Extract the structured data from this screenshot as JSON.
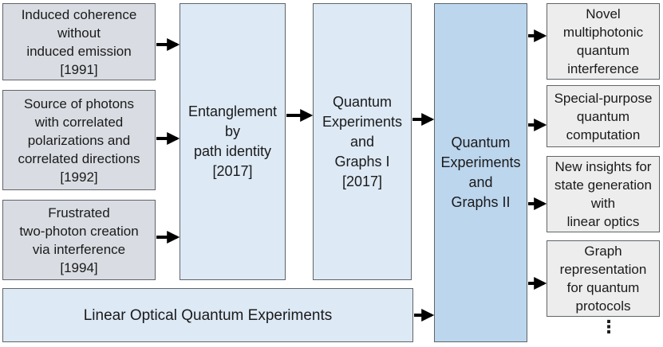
{
  "sources": [
    {
      "text": "Induced coherence\nwithout\ninduced emission\n[1991]"
    },
    {
      "text": "Source of photons\nwith correlated\npolarizations and\ncorrelated directions\n[1992]"
    },
    {
      "text": "Frustrated\ntwo-photon creation\nvia interference\n[1994]"
    }
  ],
  "entanglement": {
    "text": "Entanglement\nby\npath identity\n[2017]"
  },
  "graphs1": {
    "text": "Quantum\nExperiments\nand\nGraphs I\n[2017]"
  },
  "graphs2": {
    "text": "Quantum\nExperiments\nand\nGraphs II"
  },
  "linear": {
    "text": "Linear Optical Quantum Experiments"
  },
  "outputs": [
    {
      "text": "Novel\nmultiphotonic\nquantum\ninterference"
    },
    {
      "text": "Special-purpose\nquantum\ncomputation"
    },
    {
      "text": "New insights for\nstate generation\nwith\nlinear optics"
    },
    {
      "text": "Graph\nrepresentation\nfor quantum\nprotocols"
    }
  ],
  "more_symbol": "⋮",
  "colors": {
    "source_fill": "#d9dde3",
    "stage_fill": "#dde9f5",
    "highlight_fill": "#bcd6ee",
    "output_fill": "#ededed",
    "arrow": "#000000"
  }
}
